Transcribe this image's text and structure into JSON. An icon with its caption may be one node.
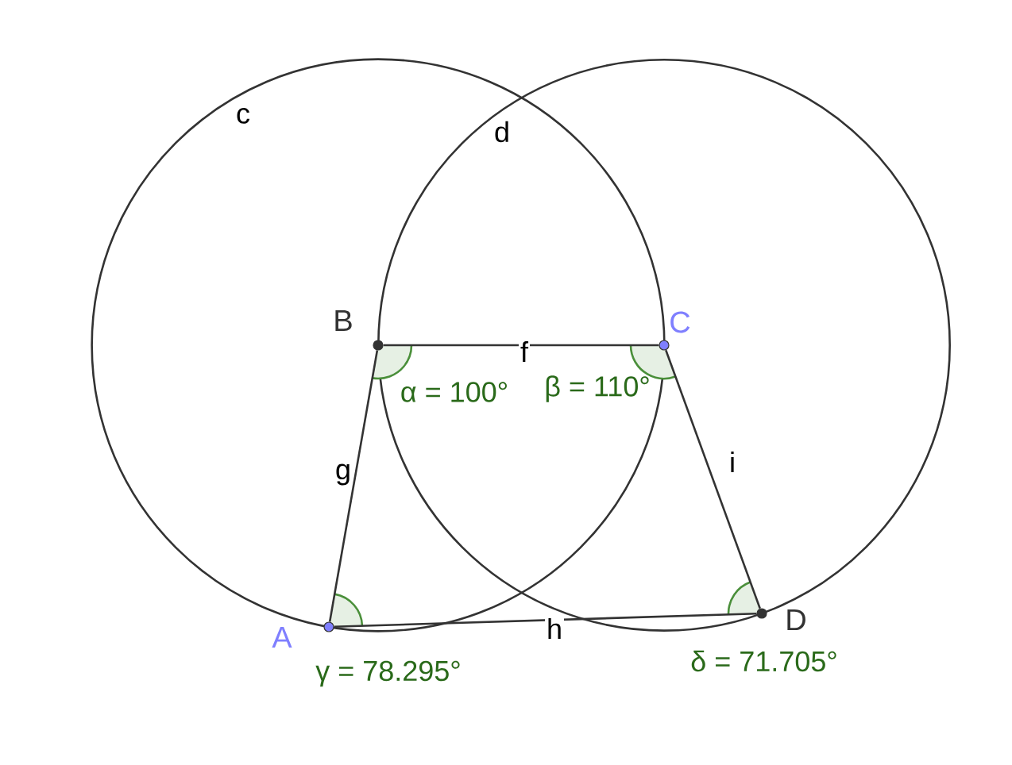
{
  "diagram": {
    "nodes": [
      {
        "text": [
          "B"
        ],
        "beside": [
          "α = 100°"
        ]
      },
      {
        "text": [
          "C"
        ],
        "beside": [
          "β = 110°"
        ]
      },
      {
        "text": [
          "A"
        ],
        "beside": [
          "γ = 78.295°"
        ]
      },
      {
        "text": [
          "D"
        ],
        "beside": [
          "δ = 71.705°"
        ]
      }
    ],
    "edges": [
      {
        "from": 0,
        "to": 1,
        "arrow": "none",
        "label": "f"
      },
      {
        "from": 0,
        "to": 2,
        "arrow": "none",
        "label": "g"
      },
      {
        "from": 2,
        "to": 3,
        "arrow": "none",
        "label": "h"
      },
      {
        "from": 1,
        "to": 3,
        "arrow": "none",
        "label": "i"
      }
    ],
    "labels": [
      "c",
      "d"
    ]
  }
}
